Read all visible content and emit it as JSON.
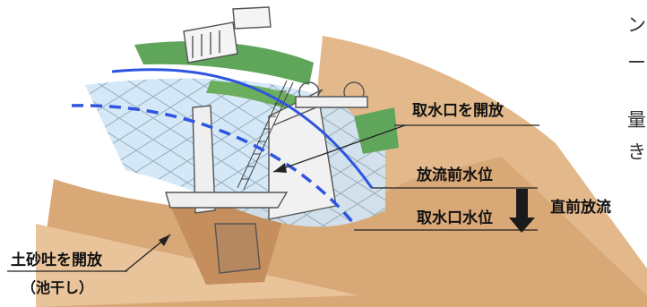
{
  "edge_text": [
    "ン",
    "ー",
    "量",
    "き"
  ],
  "labels": {
    "intake_open": "取水口を開放",
    "pre_release_level": "放流前水位",
    "intake_level": "取水口水位",
    "immediate_release": "直前放流",
    "sediment_gate_open": "土砂吐を開放",
    "pond_drying": "（池干し）"
  },
  "colors": {
    "water_line": "#2f55e0",
    "water": "#cfe6f6",
    "embankment": "#d9a877",
    "grass": "#5fa55a",
    "arrow": "#1a1a1a"
  }
}
